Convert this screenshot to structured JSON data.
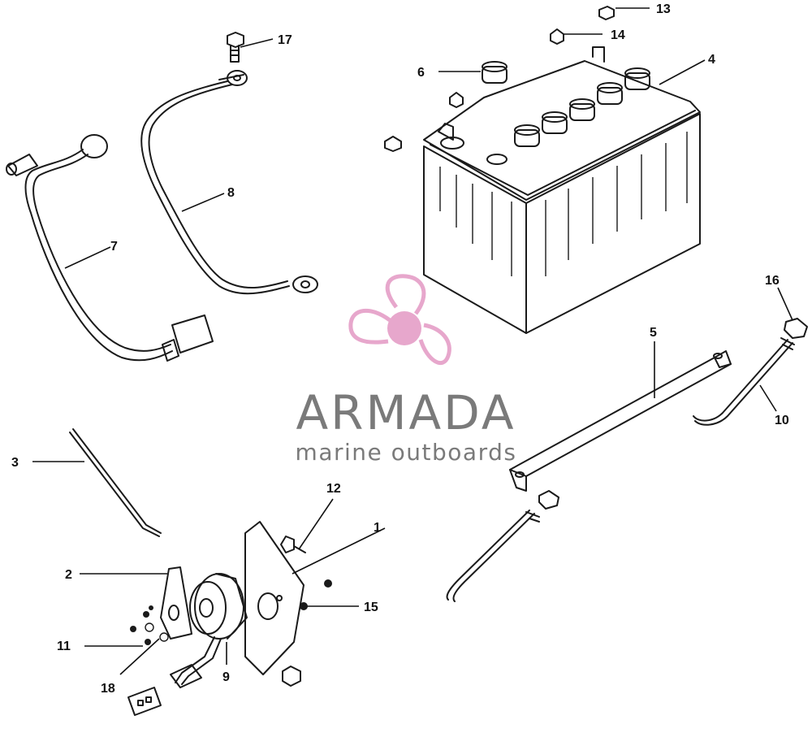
{
  "watermark": {
    "brand": "ARMADA",
    "tagline": "marine outboards",
    "accent_color": "#e7a7cc",
    "text_color": "#7a7a7a"
  },
  "callouts": [
    {
      "id": "1",
      "label": "1"
    },
    {
      "id": "2",
      "label": "2"
    },
    {
      "id": "3",
      "label": "3"
    },
    {
      "id": "4",
      "label": "4"
    },
    {
      "id": "5",
      "label": "5"
    },
    {
      "id": "6",
      "label": "6"
    },
    {
      "id": "7",
      "label": "7"
    },
    {
      "id": "8",
      "label": "8"
    },
    {
      "id": "9",
      "label": "9"
    },
    {
      "id": "10",
      "label": "10"
    },
    {
      "id": "11",
      "label": "11"
    },
    {
      "id": "12",
      "label": "12"
    },
    {
      "id": "13",
      "label": "13"
    },
    {
      "id": "14",
      "label": "14"
    },
    {
      "id": "15",
      "label": "15"
    },
    {
      "id": "16",
      "label": "16"
    },
    {
      "id": "17",
      "label": "17"
    },
    {
      "id": "18",
      "label": "18"
    }
  ]
}
